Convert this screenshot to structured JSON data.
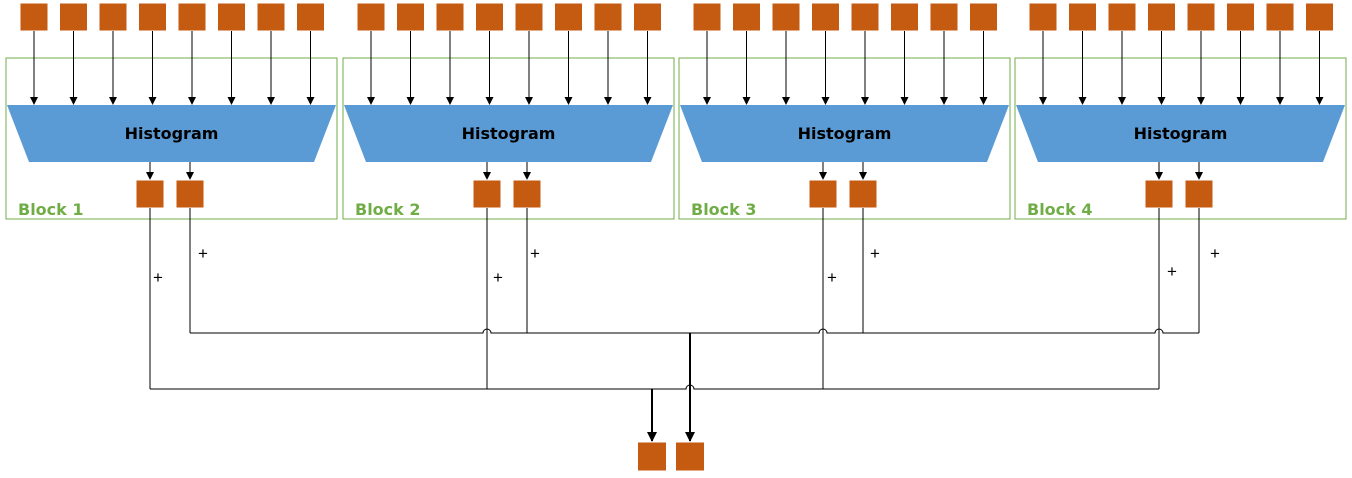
{
  "colors": {
    "input_cell": "#c55a11",
    "output_cell": "#c55a11",
    "histogram_fill": "#5b9bd5",
    "block_border": "#70ad47",
    "block_label": "#70ad47",
    "wire": "#000000"
  },
  "inputs_per_block": 8,
  "outputs_per_block": 2,
  "histogram_label": "Histogram",
  "sum_sign": "+",
  "blocks": [
    {
      "label": "Block 1"
    },
    {
      "label": "Block 2"
    },
    {
      "label": "Block 3"
    },
    {
      "label": "Block 4"
    }
  ],
  "final_outputs": 2
}
